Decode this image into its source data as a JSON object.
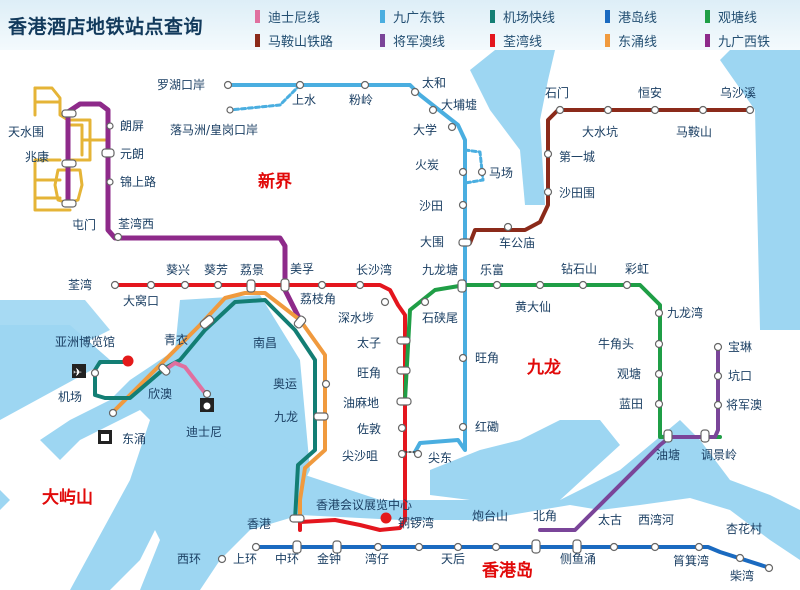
{
  "header": {
    "title": "香港酒店地铁站点查询"
  },
  "legend": [
    {
      "label": "迪士尼线",
      "color": "#e0709f"
    },
    {
      "label": "九广东铁",
      "color": "#4aaee0"
    },
    {
      "label": "机场快线",
      "color": "#137e74"
    },
    {
      "label": "港岛线",
      "color": "#1a6ac0"
    },
    {
      "label": "观塘线",
      "color": "#1f9e46"
    },
    {
      "label": "马鞍山铁路",
      "color": "#8b2a1a"
    },
    {
      "label": "将军澳线",
      "color": "#7a4599"
    },
    {
      "label": "荃湾线",
      "color": "#e4161e"
    },
    {
      "label": "东涌线",
      "color": "#f09a3e"
    },
    {
      "label": "九广西铁",
      "color": "#8e2a8a"
    }
  ],
  "regions": {
    "new_territories": "新界",
    "kowloon": "九龙",
    "lantau": "大屿山",
    "hk_island": "香港岛"
  },
  "stations": {
    "lo_wu": "罗湖口岸",
    "lok_ma_chau": "落马洲/皇岗口岸",
    "sheung_shui": "上水",
    "fanling": "粉岭",
    "tai_wo": "太和",
    "tai_po_market": "大埔墟",
    "university": "大学",
    "fo_tan": "火炭",
    "racecourse": "马场",
    "sha_tin": "沙田",
    "tai_wai": "大围",
    "kowloon_tong": "九龙塘",
    "mong_kok_east": "旺角",
    "hung_hom": "红磡",
    "east_tst": "尖东",
    "che_kung_temple": "车公庙",
    "sha_tin_wai": "沙田围",
    "city_one": "第一城",
    "shek_mun": "石门",
    "tai_shui_hang": "大水坑",
    "heng_on": "恒安",
    "ma_on_shan": "马鞍山",
    "wu_kai_sha": "乌沙溪",
    "tin_shui_wai": "天水围",
    "siu_hong": "兆康",
    "tuen_mun": "屯门",
    "long_ping": "朗屏",
    "yuen_long": "元朗",
    "kam_sheung_road": "锦上路",
    "tsuen_wan_west": "荃湾西",
    "tsuen_wan": "荃湾",
    "tai_wo_hau": "大窝口",
    "kwai_hing": "葵兴",
    "kwai_fong": "葵芳",
    "lai_king": "荔景",
    "mei_foo": "美孚",
    "lai_chi_kok": "荔枝角",
    "cheung_sha_wan": "长沙湾",
    "sham_shui_po": "深水埗",
    "prince_edward": "太子",
    "mong_kok": "旺角",
    "yau_ma_tei": "油麻地",
    "jordan": "佐敦",
    "tst": "尖沙咀",
    "admiralty": "金钟",
    "central": "中环",
    "tsing_yi": "青衣",
    "nam_cheong": "南昌",
    "olympic": "奥运",
    "kowloon": "九龙",
    "hong_kong": "香港",
    "sunny_bay": "欣澳",
    "disneyland": "迪士尼",
    "tung_chung": "东涌",
    "airport": "机场",
    "asiaworld": "亚洲博览馆",
    "shek_kip_mei": "石硖尾",
    "lok_fu": "乐富",
    "wong_tai_sin": "黄大仙",
    "diamond_hill": "钻石山",
    "choi_hung": "彩虹",
    "kowloon_bay": "九龙湾",
    "ngau_tau_kok": "牛角头",
    "kwun_tong": "观塘",
    "lam_tin": "蓝田",
    "yau_tong": "油塘",
    "tiu_keng_leng": "调景岭",
    "po_lam": "宝琳",
    "hang_hau": "坑口",
    "tseung_kwan_o": "将军澳",
    "sheung_wan": "上环",
    "sai_wan": "西环",
    "wan_chai": "湾仔",
    "causeway_bay": "铜锣湾",
    "tin_hau": "天后",
    "fortress_hill": "炮台山",
    "north_point": "北角",
    "quarry_bay": "侧鱼涌",
    "tai_koo": "太古",
    "sai_wan_ho": "西湾河",
    "shau_kei_wan": "筲箕湾",
    "heng_fa_chuen": "杏花村",
    "chai_wan": "柴湾",
    "hkcec": "香港会议展览中心"
  }
}
